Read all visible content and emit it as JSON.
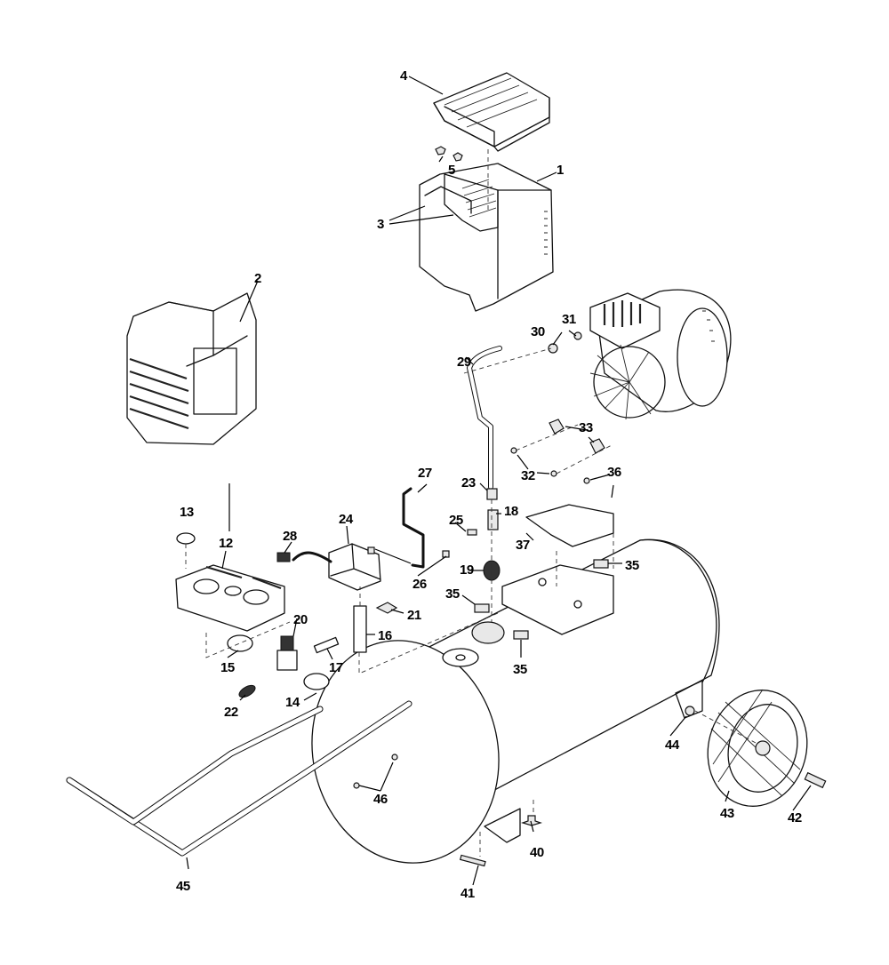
{
  "diagram": {
    "type": "exploded-parts-diagram",
    "subject": "portable air compressor",
    "colors": {
      "line": "#111111",
      "background": "#ffffff"
    },
    "parts": [
      {
        "id": "1",
        "label": "1"
      },
      {
        "id": "2",
        "label": "2"
      },
      {
        "id": "3",
        "label": "3"
      },
      {
        "id": "4",
        "label": "4"
      },
      {
        "id": "5",
        "label": "5"
      },
      {
        "id": "12",
        "label": "12"
      },
      {
        "id": "13",
        "label": "13"
      },
      {
        "id": "14",
        "label": "14"
      },
      {
        "id": "15",
        "label": "15"
      },
      {
        "id": "16",
        "label": "16"
      },
      {
        "id": "17",
        "label": "17"
      },
      {
        "id": "18",
        "label": "18"
      },
      {
        "id": "19",
        "label": "19"
      },
      {
        "id": "20",
        "label": "20"
      },
      {
        "id": "21",
        "label": "21"
      },
      {
        "id": "22",
        "label": "22"
      },
      {
        "id": "23",
        "label": "23"
      },
      {
        "id": "24",
        "label": "24"
      },
      {
        "id": "25",
        "label": "25"
      },
      {
        "id": "26",
        "label": "26"
      },
      {
        "id": "27",
        "label": "27"
      },
      {
        "id": "28",
        "label": "28"
      },
      {
        "id": "29",
        "label": "29"
      },
      {
        "id": "30",
        "label": "30"
      },
      {
        "id": "31",
        "label": "31"
      },
      {
        "id": "32",
        "label": "32"
      },
      {
        "id": "33",
        "label": "33"
      },
      {
        "id": "35",
        "label": "35"
      },
      {
        "id": "36",
        "label": "36"
      },
      {
        "id": "37",
        "label": "37"
      },
      {
        "id": "40",
        "label": "40"
      },
      {
        "id": "41",
        "label": "41"
      },
      {
        "id": "42",
        "label": "42"
      },
      {
        "id": "43",
        "label": "43"
      },
      {
        "id": "44",
        "label": "44"
      },
      {
        "id": "45",
        "label": "45"
      },
      {
        "id": "46",
        "label": "46"
      }
    ]
  }
}
